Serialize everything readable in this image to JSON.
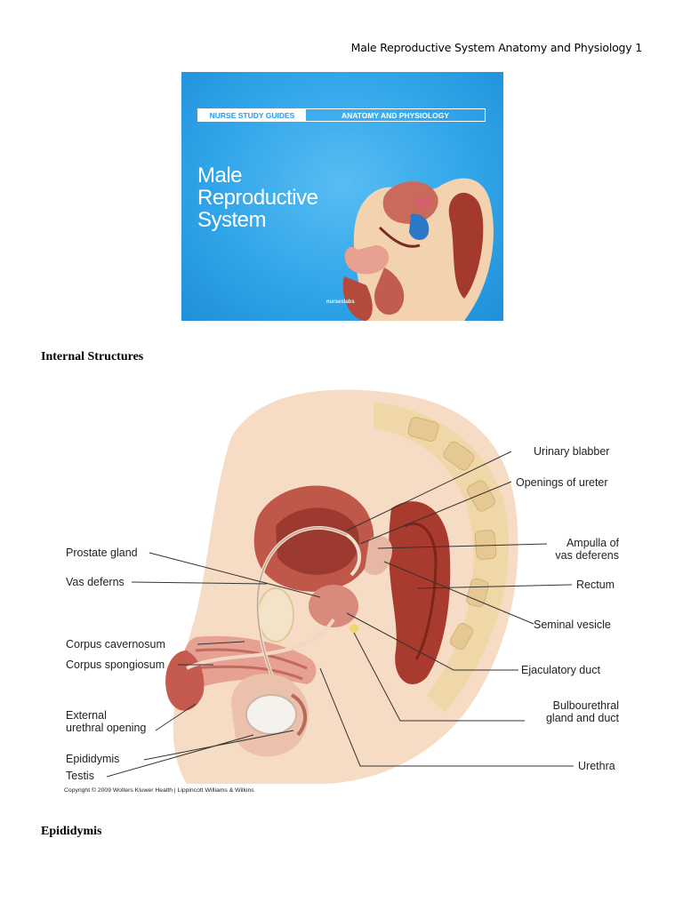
{
  "running_head": "Male Reproductive System Anatomy and Physiology 1",
  "cover": {
    "tag_left": "NURSE STUDY GUIDES",
    "tag_right": "ANATOMY AND PHYSIOLOGY",
    "title_lines": [
      "Male",
      "Reproductive",
      "System"
    ],
    "logo": "nurseslabs",
    "background_color": "#32a6ea"
  },
  "sections": {
    "internal_structures": "Internal Structures",
    "epididymis": "Epididymis"
  },
  "diagram": {
    "labels": {
      "urinary_bladder": "Urinary blabber",
      "openings_of_ureter": "Openings of ureter",
      "prostate_gland": "Prostate gland",
      "ampulla_line1": "Ampulla of",
      "ampulla_line2": "vas deferens",
      "vas_deferens": "Vas deferns",
      "rectum": "Rectum",
      "seminal_vesicle": "Seminal vesicle",
      "corpus_cavernosum": "Corpus cavernosum",
      "corpus_spongiosum": "Corpus spongiosum",
      "ejaculatory_duct": "Ejaculatory duct",
      "bulbourethral_line1": "Bulbourethral",
      "bulbourethral_line2": "gland and duct",
      "external_line1": "External",
      "external_line2": "urethral opening",
      "epididymis": "Epididymis",
      "urethra": "Urethra",
      "testis": "Testis"
    },
    "copyright": "Copyright © 2009 Wolters Kluwer Health | Lippincott Williams & Wilkins"
  }
}
